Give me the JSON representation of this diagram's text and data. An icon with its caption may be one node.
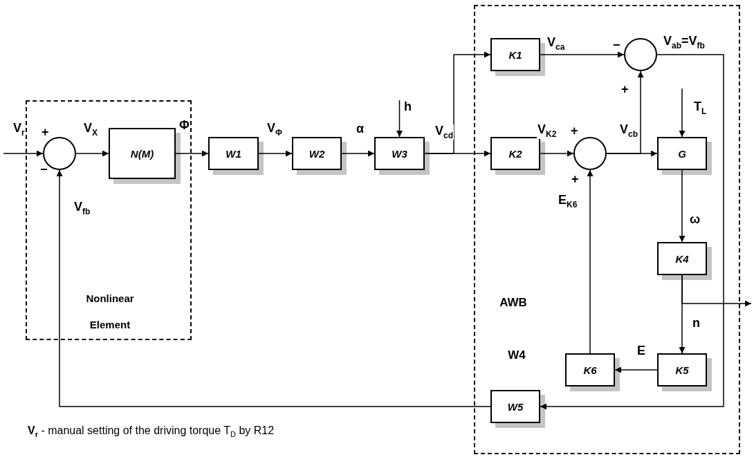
{
  "diagram": {
    "caption": "**V$_{r}$** - manual setting of the driving torque T$_{D}$ by R12",
    "nodes": [
      {
        "text": [
          "Nonlinear Element"
        ]
      },
      {
        "text": [],
        "shape": "circle",
        "in": 0
      },
      {
        "text": [
          "N(M)"
        ],
        "in": 0
      },
      {
        "text": [
          "W1"
        ]
      },
      {
        "text": [
          "W2"
        ]
      },
      {
        "text": [
          "W3"
        ]
      },
      {
        "text": [
          "AWB",
          "W4"
        ]
      },
      {
        "text": [
          "K1"
        ],
        "in": 6
      },
      {
        "text": [],
        "shape": "circle",
        "in": 6
      },
      {
        "text": [
          "K2"
        ],
        "in": 6
      },
      {
        "text": [],
        "shape": "circle",
        "in": 6
      },
      {
        "text": [
          "G"
        ],
        "in": 6
      },
      {
        "text": [
          "K4"
        ],
        "in": 6
      },
      {
        "text": [
          "K5"
        ],
        "in": 6
      },
      {
        "text": [
          "K6"
        ],
        "in": 6
      },
      {
        "text": [
          "W5"
        ],
        "in": 6
      }
    ],
    "edges": [
      {
        "from": null,
        "to": 1,
        "arrow": "to",
        "label": "V$_{r}$"
      },
      {
        "from": 1,
        "to": 2,
        "arrow": "to",
        "label": "V$_{X}$"
      },
      {
        "from": 2,
        "to": 3,
        "arrow": "to",
        "label": "Φ"
      },
      {
        "from": 3,
        "to": 4,
        "arrow": "to",
        "label": "V$_{Φ}$"
      },
      {
        "from": 4,
        "to": 5,
        "arrow": "to",
        "label": "α"
      },
      {
        "from": null,
        "to": 5,
        "arrow": "to",
        "label": "h"
      },
      {
        "from": 5,
        "to": 7,
        "arrow": "to"
      },
      {
        "from": 5,
        "to": 9,
        "arrow": "to",
        "label": "V$_{cd}$"
      },
      {
        "from": 7,
        "to": 8,
        "arrow": "to",
        "label": "V$_{ca}$"
      },
      {
        "from": 9,
        "to": 10,
        "arrow": "to",
        "label": "V$_{K2}$"
      },
      {
        "from": 10,
        "to": 11,
        "arrow": "to",
        "label": "V$_{cb}$"
      },
      {
        "from": 10,
        "to": 8,
        "arrow": "to"
      },
      {
        "from": null,
        "to": 11,
        "arrow": "to",
        "label": "T$_{L}$"
      },
      {
        "from": 11,
        "to": 12,
        "arrow": "to",
        "label": "ω"
      },
      {
        "from": 12,
        "to": 13,
        "arrow": "to",
        "label": "n"
      },
      {
        "from": 12,
        "to": null,
        "arrow": "to"
      },
      {
        "from": 13,
        "to": 14,
        "arrow": "to",
        "label": "E"
      },
      {
        "from": 14,
        "to": 10,
        "arrow": "to",
        "label": "E$_{K6}$"
      },
      {
        "from": 8,
        "to": 15,
        "arrow": "to",
        "label": "V$_{ab}$=V$_{fb}$"
      },
      {
        "from": 15,
        "to": 1,
        "arrow": "to",
        "label": "V$_{fb}$"
      }
    ],
    "labels": [
      "+",
      "−",
      "−",
      "+",
      "+",
      "+"
    ]
  }
}
